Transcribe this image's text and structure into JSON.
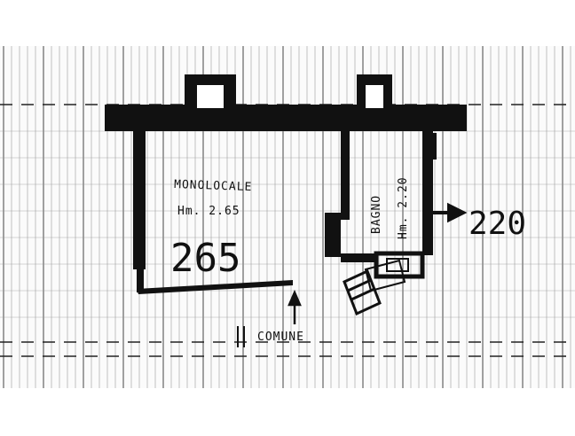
{
  "room_main": {
    "name": "MONOLOCALE",
    "height": "Hm. 2.65",
    "height_large": "265"
  },
  "room_bath": {
    "name": "BAGNO",
    "height": "Hm. 2.20"
  },
  "exterior_height": "220",
  "corridor_label": "COMUNE",
  "colors": {
    "background": "#ffffff",
    "ink": "#111111",
    "grid": "#9a9a9a"
  }
}
